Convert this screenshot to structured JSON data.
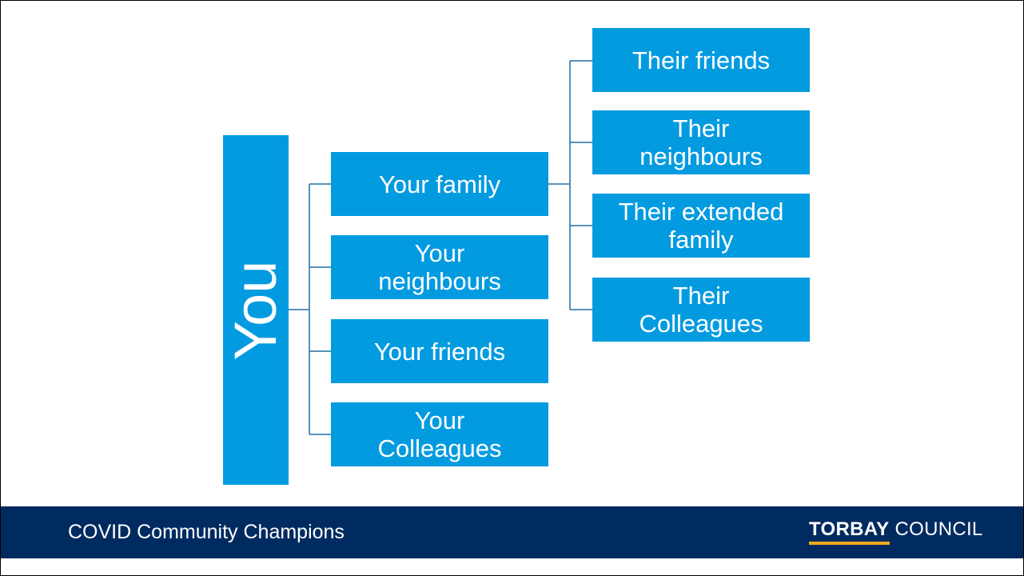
{
  "colors": {
    "node": "#039BE0",
    "connector": "#1F6FA6",
    "footer": "#002B60",
    "logo_accent": "#F6A81C"
  },
  "diagram": {
    "root": "You",
    "level1": [
      "Your family",
      "Your\nneighbours",
      "Your friends",
      "Your\nColleagues"
    ],
    "level2": [
      "Their friends",
      "Their\nneighbours",
      "Their extended\nfamily",
      "Their\nColleagues"
    ]
  },
  "footer": {
    "title": "COVID Community Champions",
    "logo_bold": "TORBAY",
    "logo_rest": "COUNCIL"
  }
}
